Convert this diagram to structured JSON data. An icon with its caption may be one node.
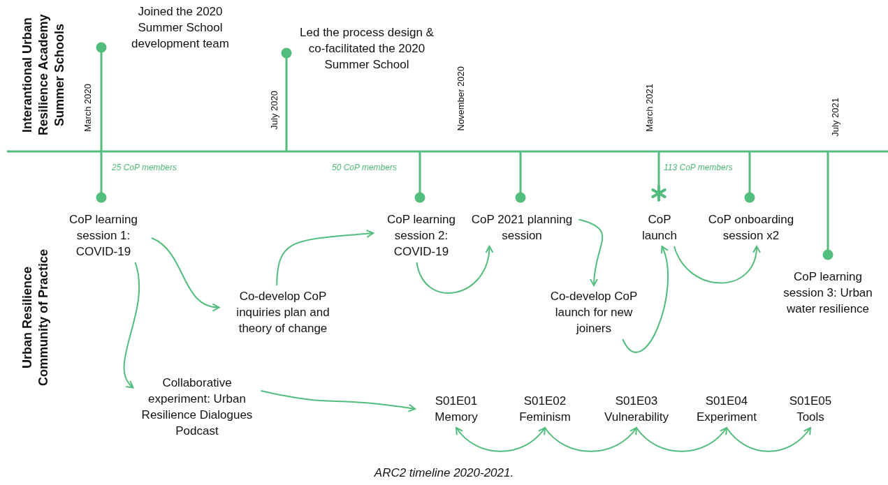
{
  "diagram": {
    "caption": "ARC2 timeline 2020-2021.",
    "nodes": [
      {
        "text": [
          "Joined the 2020 Summer School development team"
        ]
      },
      {
        "text": [
          "Led the process design & co-facilitated the 2020 Summer School"
        ]
      },
      {
        "text": [
          "CoP learning session 1: COVID-19"
        ]
      },
      {
        "text": [
          "Co-develop CoP inquiries plan and theory of change"
        ]
      },
      {
        "text": [
          "CoP learning session 2: COVID-19"
        ]
      },
      {
        "text": [
          "CoP 2021 planning session"
        ]
      },
      {
        "text": [
          "Co-develop CoP launch for new joiners"
        ]
      },
      {
        "text": [
          "CoP launch"
        ]
      },
      {
        "text": [
          "CoP onboarding session x2"
        ]
      },
      {
        "text": [
          "CoP learning session 3: Urban water resilience"
        ]
      },
      {
        "text": [
          "Collaborative experiment: Urban Resilience Dialogues Podcast"
        ]
      },
      {
        "text": [
          "S01E01",
          "Memory"
        ]
      },
      {
        "text": [
          "S01E02",
          "Feminism"
        ]
      },
      {
        "text": [
          "S01E03",
          "Vulnerability"
        ]
      },
      {
        "text": [
          "S01E04",
          "Experiment"
        ]
      },
      {
        "text": [
          "S01E05",
          "Tools"
        ]
      }
    ],
    "edges": [
      {
        "from": 2,
        "to": 3,
        "arrow": "to"
      },
      {
        "from": 2,
        "to": 10,
        "arrow": "to"
      },
      {
        "from": 3,
        "to": 4,
        "arrow": "to"
      },
      {
        "from": 4,
        "to": 5,
        "arrow": "to"
      },
      {
        "from": 5,
        "to": 6,
        "arrow": "to"
      },
      {
        "from": 6,
        "to": 7,
        "arrow": "to"
      },
      {
        "from": 7,
        "to": 8,
        "arrow": "to"
      },
      {
        "from": 10,
        "to": 11,
        "arrow": "to"
      },
      {
        "from": 11,
        "to": 12,
        "arrow": "both"
      },
      {
        "from": 12,
        "to": 13,
        "arrow": "to"
      },
      {
        "from": 13,
        "to": 14,
        "arrow": "to"
      },
      {
        "from": 14,
        "to": 15,
        "arrow": "to"
      }
    ],
    "labels": [
      "Interantional Urban Resilience Academy Summer Schools",
      "March 2020",
      "July 2020",
      "November 2020",
      "March 2021",
      "July 2021",
      "25 CoP members",
      "50 CoP members",
      "113 CoP members",
      "Urban Resilience Community of Practice"
    ]
  }
}
